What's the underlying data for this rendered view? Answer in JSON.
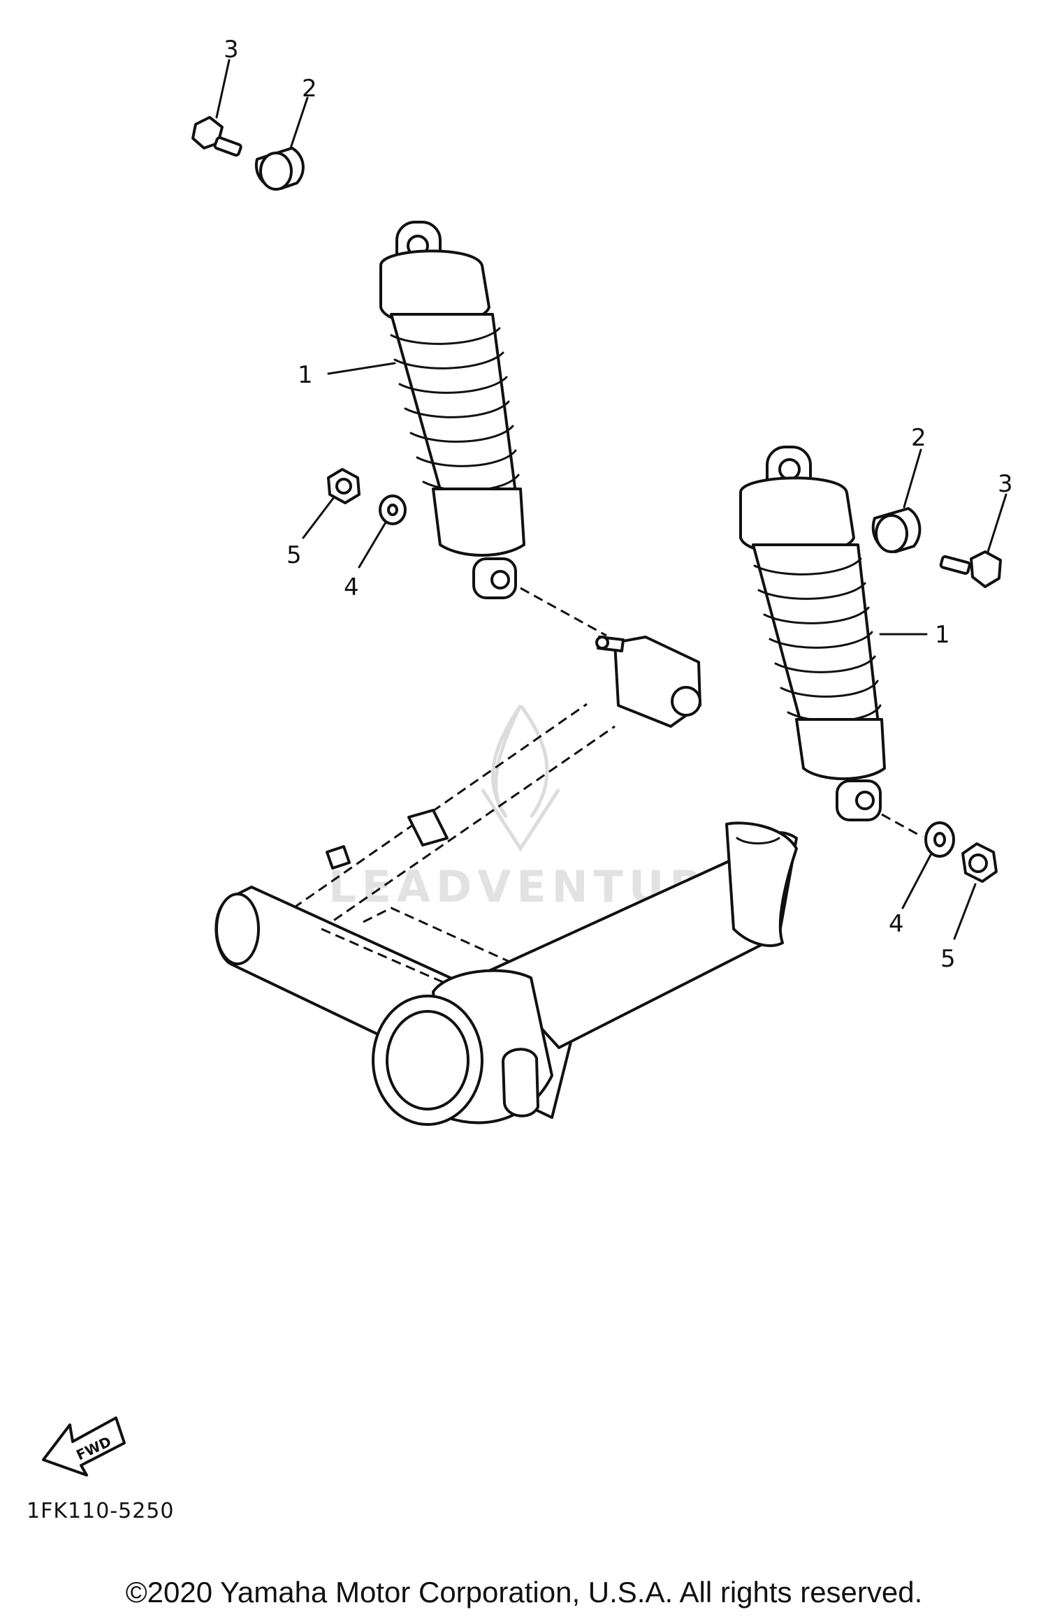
{
  "diagram": {
    "callouts": {
      "shock_left": "1",
      "shock_right": "1",
      "bushing_left": "2",
      "bushing_right": "2",
      "bolt_left": "3",
      "bolt_right": "3",
      "washer_left": "4",
      "washer_right": "4",
      "nut_left": "5",
      "nut_right": "5"
    },
    "fwd_label": "FWD",
    "code": "1FK110-5250"
  },
  "watermark": {
    "text": "LEADVENTURE"
  },
  "footer": {
    "copyright": "©2020 Yamaha Motor Corporation, U.S.A. All rights reserved."
  }
}
